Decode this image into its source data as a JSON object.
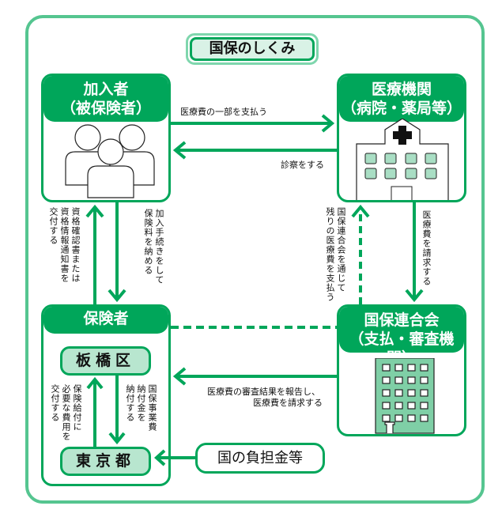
{
  "title": "国保のしくみ",
  "nodes": {
    "insured": {
      "line1": "加入者",
      "line2": "（被保険者）",
      "icon": "people-icon"
    },
    "medical": {
      "line1": "医療機関",
      "line2": "（病院・薬局等）",
      "icon": "hospital-icon"
    },
    "insurer": {
      "label": "保険者"
    },
    "federation": {
      "line1": "国保連合会",
      "line2": "（支払・審査機関）",
      "icon": "office-building-icon"
    },
    "itabashi": {
      "label": "板橋区"
    },
    "tokyo": {
      "label": "東京都"
    },
    "national": {
      "label": "国の負担金等"
    }
  },
  "flows": {
    "insured_to_medical": "医療費の一部を支払う",
    "medical_to_insured": "診察をする",
    "insured_to_insurer": "加入手続きをして\n保険料を納める",
    "insurer_to_insured": "資格確認書または\n資格情報通知書を\n交付する",
    "medical_to_federation": "医療費を請求する",
    "federation_to_medical": "国保連合会を通じて\n残りの医療費を支払う",
    "federation_to_insurer_line1": "医療費の審査結果を報告し、",
    "federation_to_insurer_line2": "医療費を請求する",
    "itabashi_to_tokyo": "国保事業費\n納付金を\n納付する",
    "tokyo_to_itabashi": "保険給付に\n必要な費用を\n交付する"
  },
  "colors": {
    "primary": "#00a65a",
    "frame": "#55c590",
    "pill_fill": "#b8e6cf",
    "window_fill": "#a9dec4",
    "building_fill": "#7fcfa6"
  }
}
